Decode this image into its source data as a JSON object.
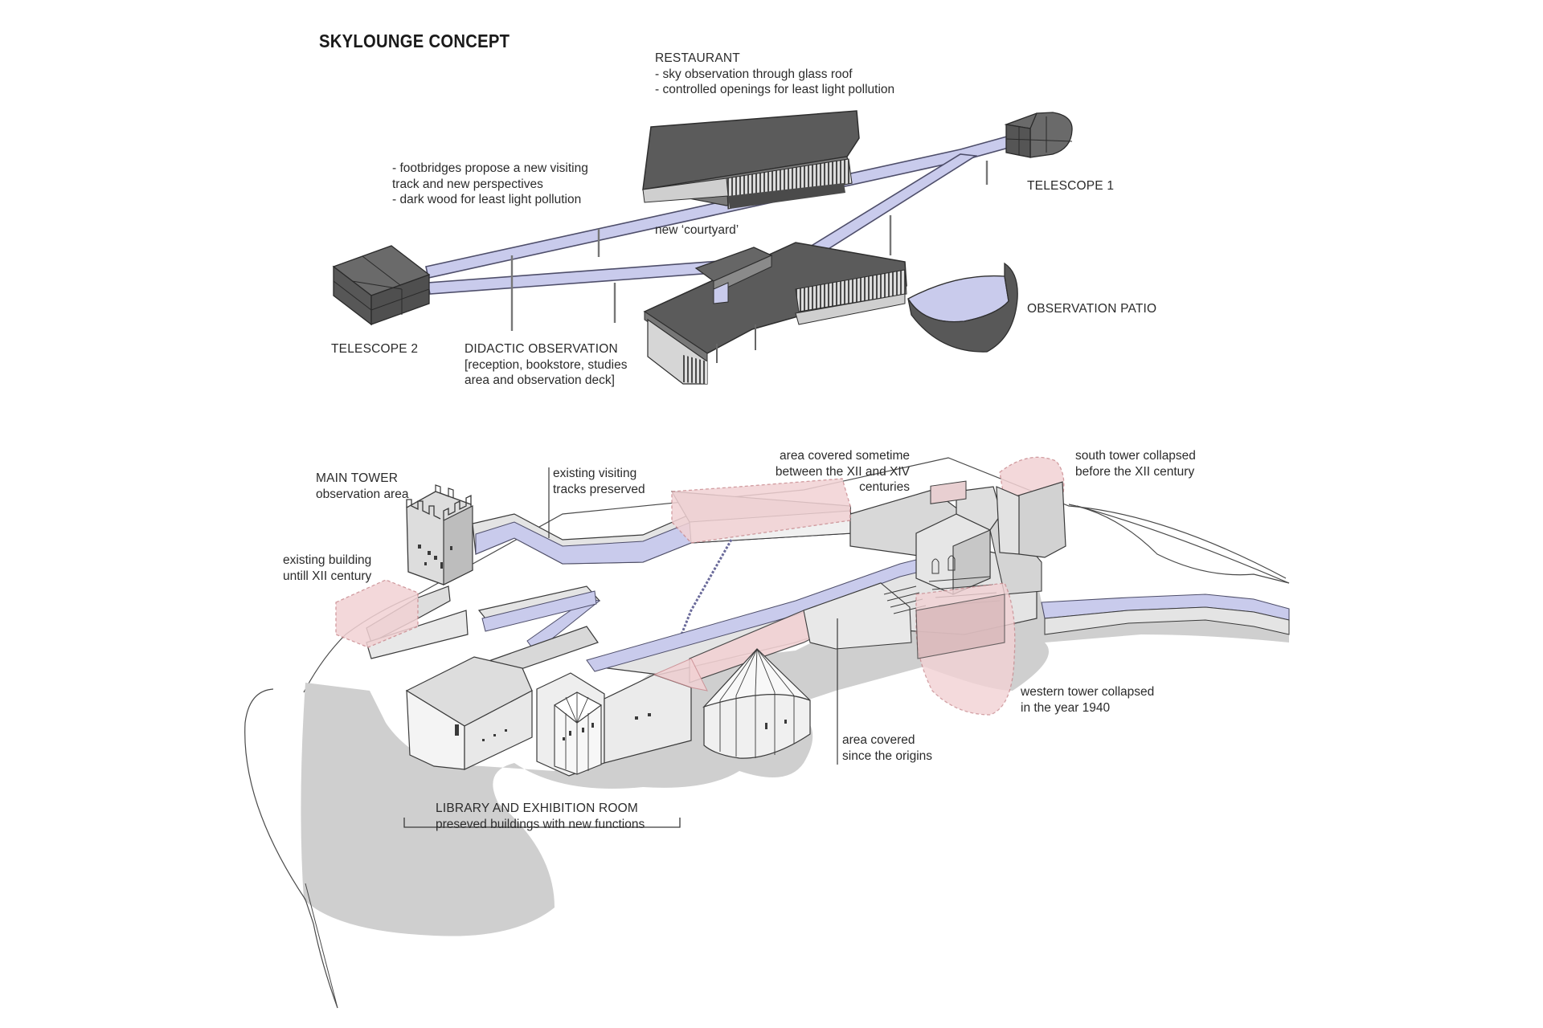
{
  "title": "SKYLOUNGE CONCEPT",
  "labels": {
    "restaurant": {
      "heading": "RESTAURANT",
      "lines": [
        "- sky observation through glass roof",
        "- controlled openings for least light pollution"
      ]
    },
    "footbridges": {
      "lines": [
        "- footbridges propose a new visiting",
        "track and new perspectives",
        "- dark wood for least light pollution"
      ]
    },
    "courtyard": "new ‘courtyard’",
    "telescope1": "TELESCOPE 1",
    "telescope2": "TELESCOPE 2",
    "observation_patio": "OBSERVATION PATIO",
    "didactic": {
      "heading": "DIDACTIC OBSERVATION",
      "lines": [
        "[reception, bookstore, studies",
        "area and observation deck]"
      ]
    },
    "main_tower": {
      "heading": "MAIN TOWER",
      "lines": [
        "observation area"
      ]
    },
    "existing_tracks": {
      "lines": [
        "existing visiting",
        "tracks preserved"
      ]
    },
    "area_xii_xiv": {
      "lines": [
        "area covered sometime",
        "between the XII and XIV",
        "centuries"
      ]
    },
    "south_tower": {
      "lines": [
        "south tower collapsed",
        "before the XII century"
      ]
    },
    "existing_building": {
      "lines": [
        "existing building",
        "untill XII century"
      ]
    },
    "western_tower": {
      "lines": [
        "western tower collapsed",
        "in the year 1940"
      ]
    },
    "area_origins": {
      "lines": [
        "area covered",
        "since the origins"
      ]
    },
    "library": {
      "heading": "LIBRARY AND EXHIBITION ROOM",
      "lines": [
        "preseved buildings with new functions"
      ]
    }
  },
  "colors": {
    "dark_volume": "#5a5a5a",
    "dark_roof": "#666666",
    "bridge_fill": "#c9cbec",
    "bridge_stroke": "#5a5a7a",
    "ruin_fill": "#dcdcdc",
    "ground_shadow": "#cfcfcf",
    "collapsed_fill": "#f2d2d4",
    "collapsed_stroke": "#c98a8f",
    "wall_light": "#f2f2f2"
  }
}
